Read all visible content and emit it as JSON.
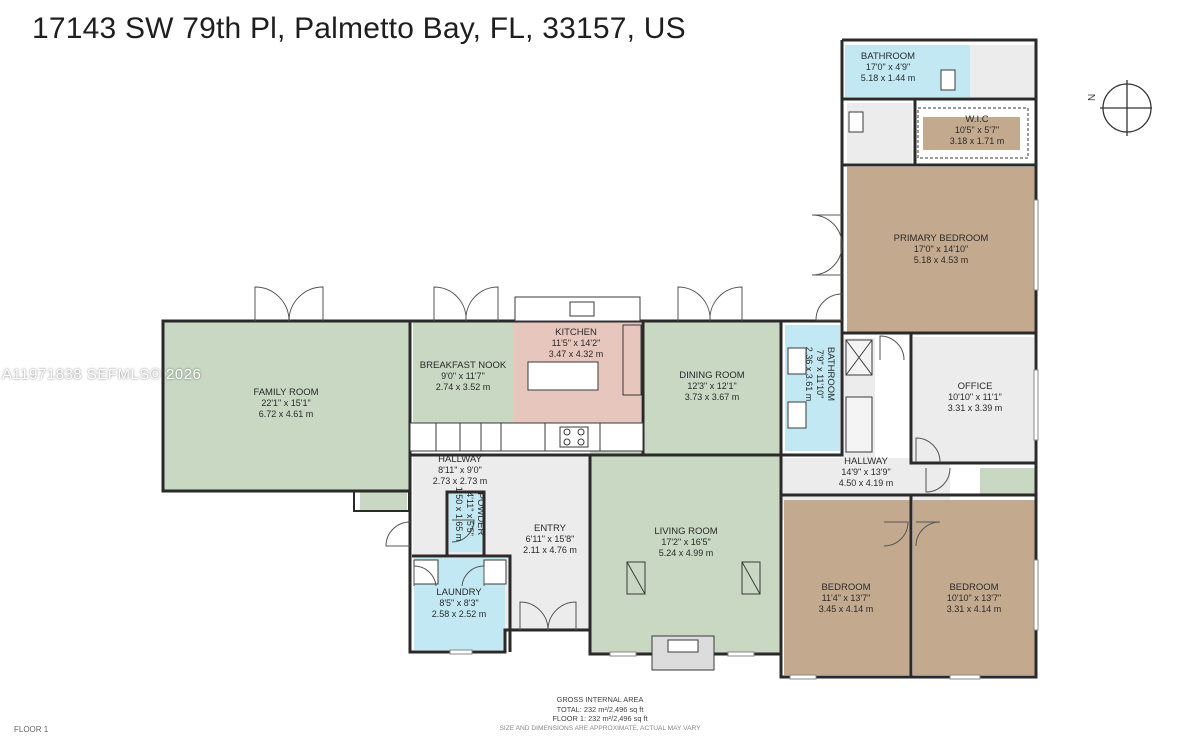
{
  "header": {
    "address": "17143 SW 79th Pl, Palmetto Bay, FL, 33157, US"
  },
  "watermark": "A11971838  SEFMLS© 2026",
  "floor_label": "FLOOR 1",
  "footer": {
    "heading": "GROSS INTERNAL AREA",
    "total": "TOTAL: 232 m²/2,496 sq ft",
    "floor1": "FLOOR 1: 232 m²/2,496 sq ft",
    "note": "SIZE AND DIMENSIONS ARE APPROXIMATE, ACTUAL MAY VARY"
  },
  "colors": {
    "green": "#c8d8c3",
    "tan": "#c3aa8e",
    "blue": "#c2e9f3",
    "pink": "#e7c7bd",
    "light": "#ececec",
    "wall": "#2a2a2a"
  },
  "rooms": [
    {
      "id": "family-room",
      "name": "FAMILY ROOM",
      "imp": "22'1\" x 15'1\"",
      "met": "6.72 x 4.61 m"
    },
    {
      "id": "breakfast-nook",
      "name": "BREAKFAST NOOK",
      "imp": "9'0\" x 11'7\"",
      "met": "2.74 x 3.52 m"
    },
    {
      "id": "kitchen",
      "name": "KITCHEN",
      "imp": "11'5\" x 14'2\"",
      "met": "3.47 x 4.32 m"
    },
    {
      "id": "dining-room",
      "name": "DINING ROOM",
      "imp": "12'3\" x 12'1\"",
      "met": "3.73 x 3.67 m"
    },
    {
      "id": "living-room",
      "name": "LIVING ROOM",
      "imp": "17'2\" x 16'5\"",
      "met": "5.24 x 4.99 m"
    },
    {
      "id": "entry",
      "name": "ENTRY",
      "imp": "6'11\" x 15'8\"",
      "met": "2.11 x 4.76 m"
    },
    {
      "id": "hallway-west",
      "name": "HALLWAY",
      "imp": "8'11\" x 9'0\"",
      "met": "2.73 x 2.73 m"
    },
    {
      "id": "powder",
      "name": "POWDER",
      "imp": "4'11\" x 5'5\"",
      "met": "1.50 x 1.65 m"
    },
    {
      "id": "laundry",
      "name": "LAUNDRY",
      "imp": "8'5\" x 8'3\"",
      "met": "2.58 x 2.52 m"
    },
    {
      "id": "bathroom-2",
      "name": "BATHROOM",
      "imp": "7'9\" x 11'10\"",
      "met": "2.36 x 3.61 m"
    },
    {
      "id": "office",
      "name": "OFFICE",
      "imp": "10'10\" x 11'1\"",
      "met": "3.31 x 3.39 m"
    },
    {
      "id": "hallway-east",
      "name": "HALLWAY",
      "imp": "14'9\" x 13'9\"",
      "met": "4.50 x 4.19 m"
    },
    {
      "id": "bedroom-1",
      "name": "BEDROOM",
      "imp": "11'4\" x 13'7\"",
      "met": "3.45 x 4.14 m"
    },
    {
      "id": "bedroom-2",
      "name": "BEDROOM",
      "imp": "10'10\" x 13'7\"",
      "met": "3.31 x 4.14 m"
    },
    {
      "id": "primary-bedroom",
      "name": "PRIMARY BEDROOM",
      "imp": "17'0\" x 14'10\"",
      "met": "5.18 x 4.53 m"
    },
    {
      "id": "wic",
      "name": "W.I.C",
      "imp": "10'5\" x 5'7\"",
      "met": "3.18 x 1.71 m"
    },
    {
      "id": "bathroom-1",
      "name": "BATHROOM",
      "imp": "17'0\" x 4'9\"",
      "met": "5.18 x 1.44 m"
    }
  ]
}
